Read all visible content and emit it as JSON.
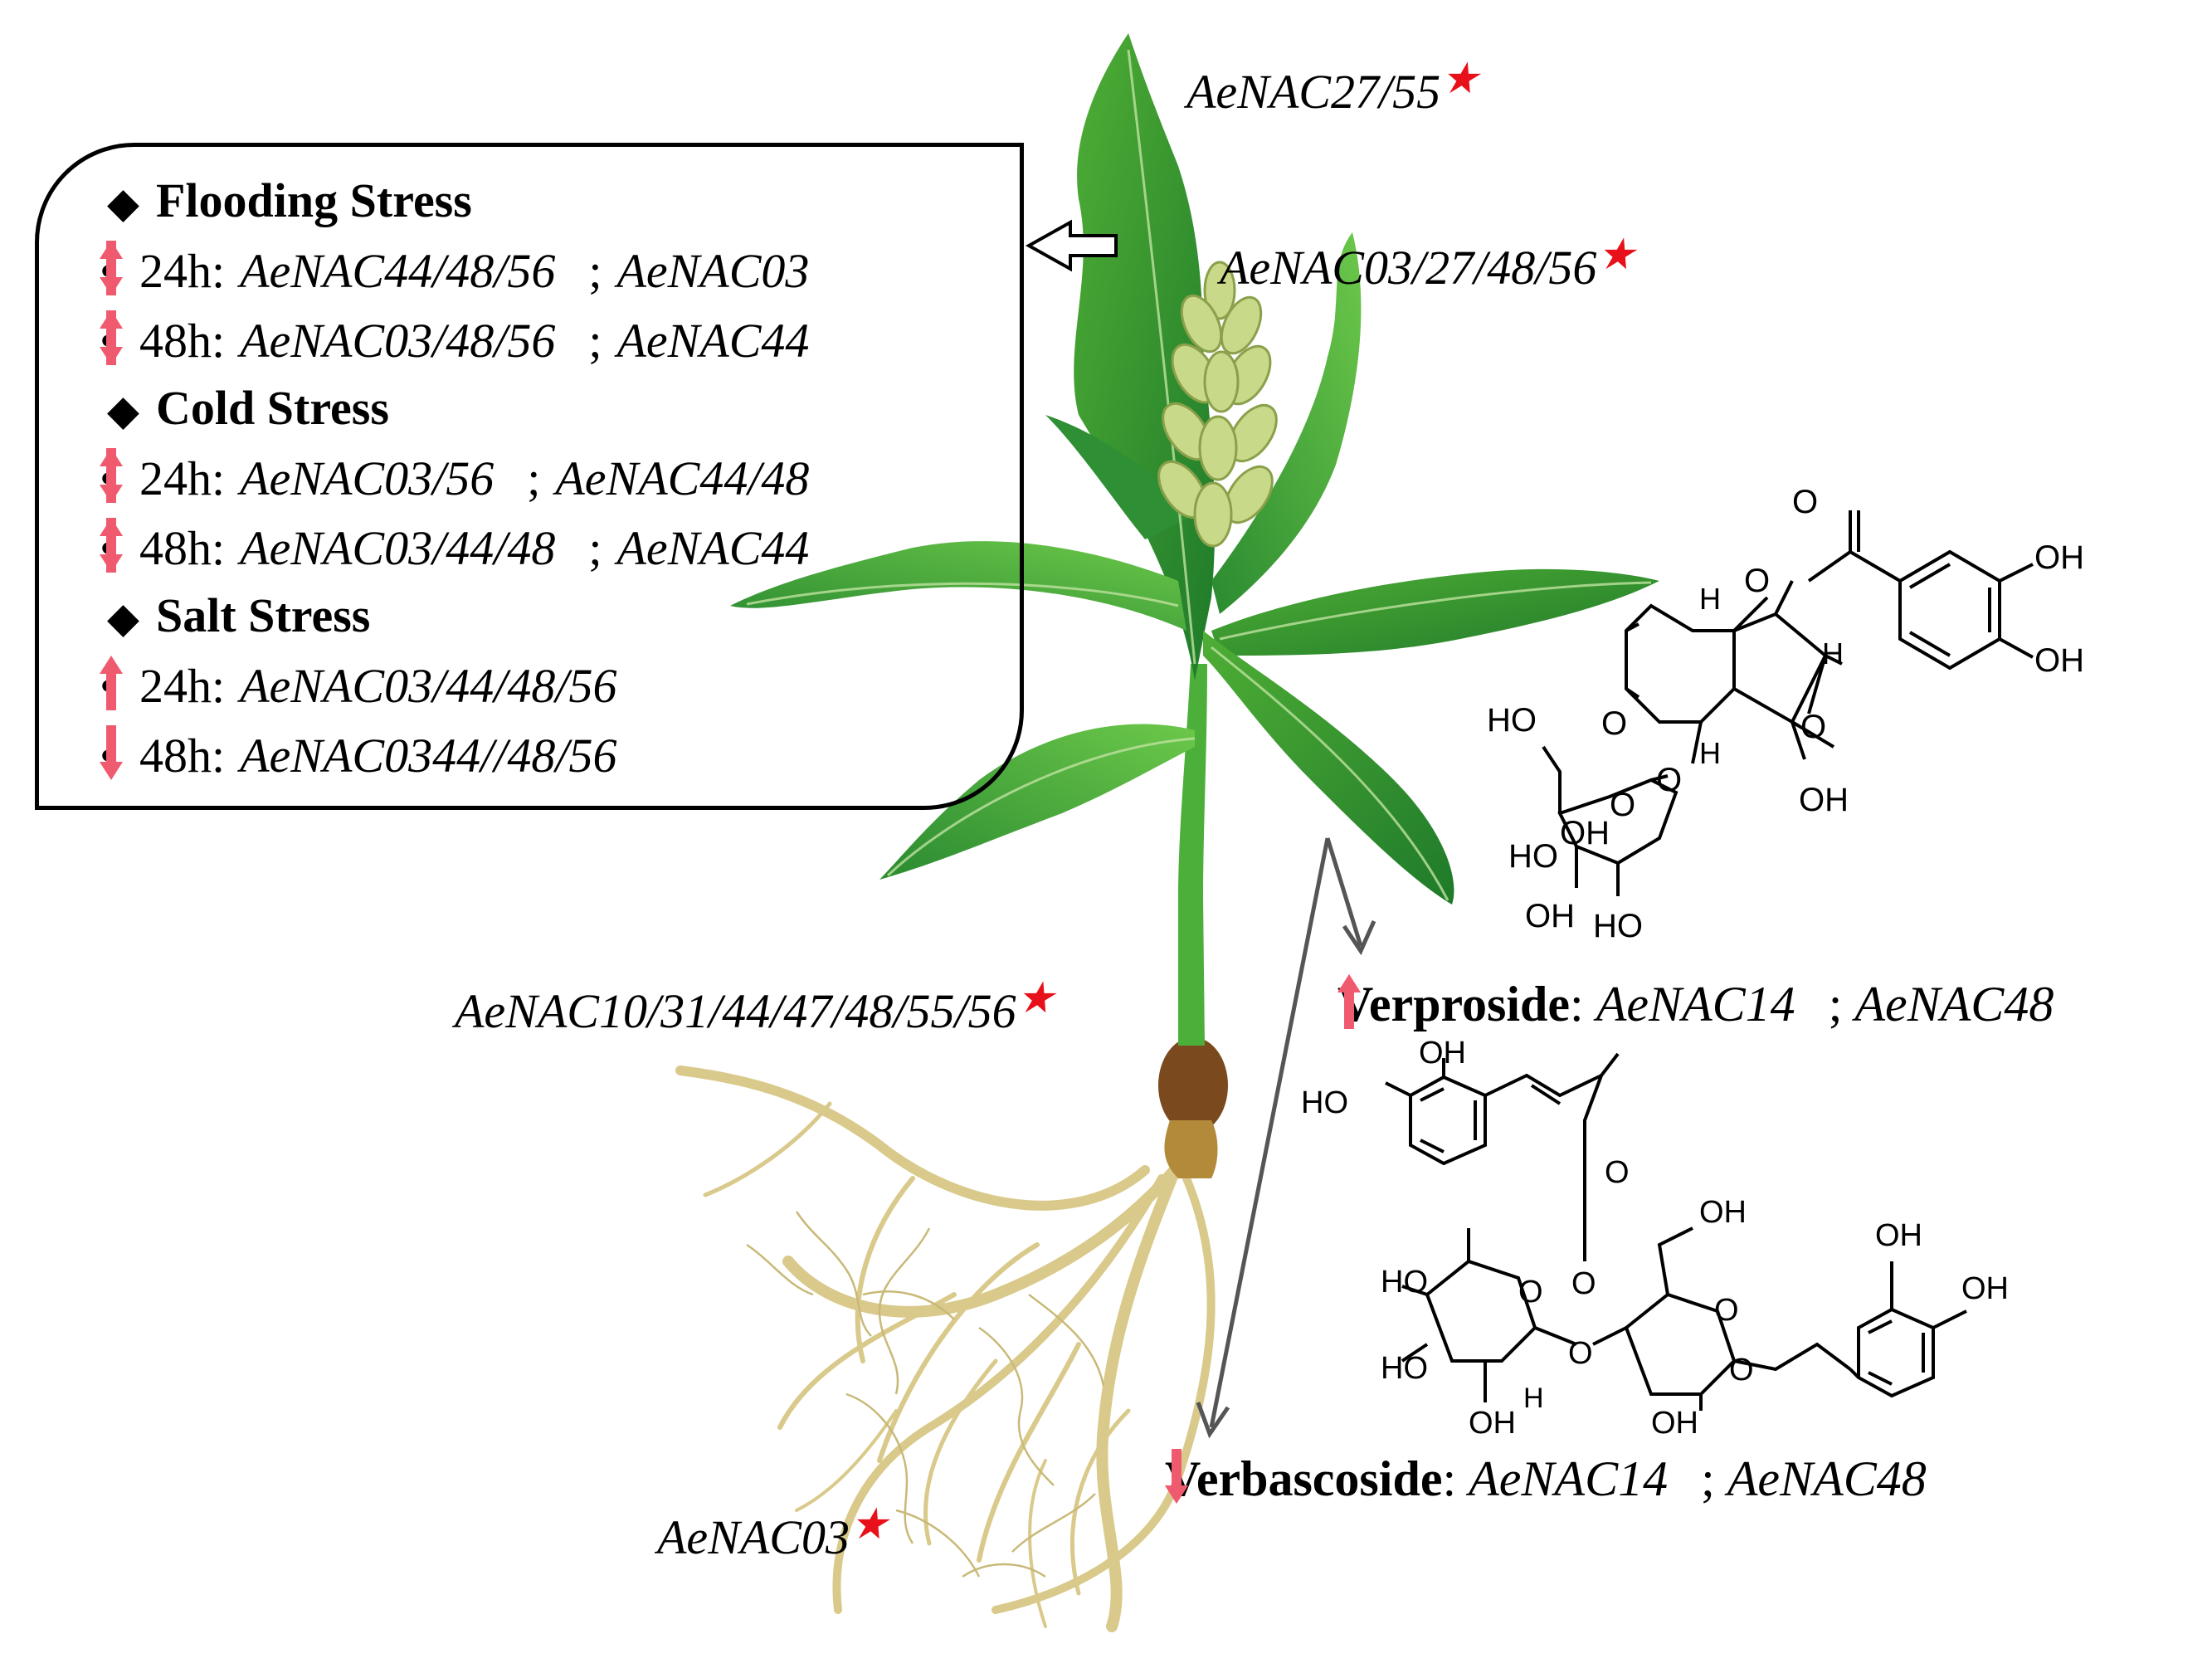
{
  "stress_box": {
    "flooding": {
      "heading": "Flooding Stress",
      "rows": [
        {
          "time": "24h:",
          "genes_a": "AeNAC44/48/56",
          "dir_a": "down",
          "sep": ";",
          "genes_b": "AeNAC03",
          "dir_b": "up"
        },
        {
          "time": "48h:",
          "genes_a": "AeNAC03/48/56",
          "dir_a": "up",
          "sep": ";",
          "genes_b": "AeNAC44",
          "dir_b": "down"
        }
      ]
    },
    "cold": {
      "heading": "Cold Stress",
      "rows": [
        {
          "time": "24h:",
          "genes_a": "AeNAC03/56",
          "dir_a": "down",
          "sep": ";",
          "genes_b": "AeNAC44/48",
          "dir_b": "up"
        },
        {
          "time": "48h:",
          "genes_a": "AeNAC03/44/48",
          "dir_a": "up",
          "sep": ";",
          "genes_b": "AeNAC44",
          "dir_b": "down"
        }
      ]
    },
    "salt": {
      "heading": "Salt Stress",
      "rows": [
        {
          "time": "24h:",
          "genes_a": "AeNAC03/44/48/56",
          "dir_a": "up"
        },
        {
          "time": "48h:",
          "genes_a": "AeNAC0344//48/56",
          "dir_a": "down"
        }
      ]
    }
  },
  "plant_labels": {
    "leaf_top": "AeNAC27/55",
    "flower": "AeNAC03/27/48/56",
    "stem_base": "AeNAC10/31/44/47/48/55/56",
    "root": "AeNAC03"
  },
  "compounds": {
    "verproside": {
      "name": "Verproside",
      "gene_a": "AeNAC14",
      "dir_a": "up",
      "sep": ";",
      "gene_b": "AeNAC48",
      "dir_b": "up"
    },
    "verbascoside": {
      "name": "Verbascoside",
      "gene_a": "AeNAC14",
      "dir_a": "down",
      "sep": ";",
      "gene_b": "AeNAC48",
      "dir_b": "down"
    }
  },
  "structure_labels": {
    "verproside": {
      "carbonyl_o": "O",
      "ester_o": "O",
      "oh_top": "OH",
      "oh_bottom": "OH",
      "h_left": "H",
      "h_right": "H",
      "h_lower": "H",
      "ring_o": "O",
      "epoxide_o": "O",
      "glyc_o": "O",
      "ch2oh": "OH",
      "sugar_ho_top": "HO",
      "sugar_o": "O",
      "sugar_oh_mid": "OH",
      "sugar_ho_left": "HO",
      "sugar_oh_bottom": "OH",
      "sugar_ho_bottom": "HO"
    },
    "verbascoside": {
      "oh_top": "OH",
      "ho_left": "HO",
      "carbonyl_o": "O",
      "ch2oh": "OH",
      "ester_o": "O",
      "rham_ho_top": "HO",
      "rham_ring_o": "O",
      "rham_ho_low": "HO",
      "rham_oh": "OH",
      "rham_h": "H",
      "link_o": "O",
      "glc_ring_o": "O",
      "glc_oh": "OH",
      "glyc_o": "O",
      "right_oh_top": "OH",
      "right_oh": "OH"
    }
  },
  "colors": {
    "arrow_fill": "#f05a6e",
    "star": "#e8101a",
    "leaf_dark": "#1f7a2a",
    "leaf_light": "#5fbf3a",
    "root": "#d9c98a",
    "tuber": "#7a4a1e",
    "flower_bud": "#c9d98a",
    "pointer": "#555555"
  }
}
